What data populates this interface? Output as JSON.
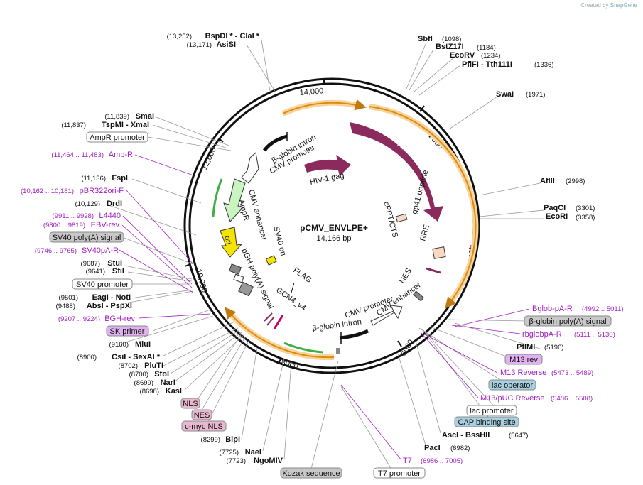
{
  "plasmid": {
    "name": "pCMV_ENVLPE+",
    "size_label": "14,166 bp",
    "ruler_ticks": [
      "2000",
      "4000",
      "6000",
      "8000",
      "10,000",
      "12,000",
      "14,000"
    ]
  },
  "credit": {
    "prefix": "Created by",
    "brand": "SnapGene"
  },
  "sites_right": [
    {
      "name": "SbfI",
      "pos": "(1098)"
    },
    {
      "name": "BstZ17I",
      "pos": "(1184)"
    },
    {
      "name": "EcoRV",
      "pos": "(1234)"
    },
    {
      "name": "PflFI - Tth111I",
      "pos": "(1336)"
    },
    {
      "name": "SwaI",
      "pos": "(1971)"
    },
    {
      "name": "AflII",
      "pos": "(2998)"
    },
    {
      "name": "PaqCI",
      "pos": "(3301)"
    },
    {
      "name": "EcoRI",
      "pos": "(3358)"
    },
    {
      "name": "PflMI",
      "pos": "(5196)"
    },
    {
      "name": "AscI - BssHII",
      "pos": "(5647)"
    },
    {
      "name": "PacI",
      "pos": "(6982)"
    }
  ],
  "sites_left": [
    {
      "name": "BspDI * - ClaI *",
      "pos": "(13,252)"
    },
    {
      "name": "AsiSI",
      "pos": "(13,171)"
    },
    {
      "name": "SmaI",
      "pos": "(11,839)"
    },
    {
      "name": "TspMI - XmaI",
      "pos": "(11,837)"
    },
    {
      "name": "FspI",
      "pos": "(11,136)"
    },
    {
      "name": "DrdI",
      "pos": "(10,129)"
    },
    {
      "name": "StuI",
      "pos": "(9687)"
    },
    {
      "name": "SfiI",
      "pos": "(9641)"
    },
    {
      "name": "EagI - NotI",
      "pos": "(9501)"
    },
    {
      "name": "AbsI - PspXI",
      "pos": "(9488)"
    },
    {
      "name": "MluI",
      "pos": "(9160)"
    },
    {
      "name": "CsiI - SexAI *",
      "pos": "(8900)"
    },
    {
      "name": "PluTI",
      "pos": "(8702)"
    },
    {
      "name": "SfoI",
      "pos": "(8700)"
    },
    {
      "name": "NarI",
      "pos": "(8699)"
    },
    {
      "name": "KasI",
      "pos": "(8698)"
    },
    {
      "name": "BlpI",
      "pos": "(8299)"
    },
    {
      "name": "NaeI",
      "pos": "(7725)"
    },
    {
      "name": "NgoMIV",
      "pos": "(7723)"
    }
  ],
  "primers": [
    {
      "name": "Amp-R",
      "pos": "(11,464 .. 11,483)"
    },
    {
      "name": "pBR322ori-F",
      "pos": "(10,162 .. 10,181)"
    },
    {
      "name": "L4440",
      "pos": "(9911 .. 9928)"
    },
    {
      "name": "EBV-rev",
      "pos": "(9800 .. 9819)"
    },
    {
      "name": "SV40pA-R",
      "pos": "(9746 .. 9765)"
    },
    {
      "name": "BGH-rev",
      "pos": "(9207 .. 9224)"
    },
    {
      "name": "Bglob-pA-R",
      "pos": "(4992 .. 5011)"
    },
    {
      "name": "rbglobpA-R",
      "pos": "(5111 .. 5130)"
    },
    {
      "name": "M13 Reverse",
      "pos": "(5473 .. 5489)"
    },
    {
      "name": "M13/pUC Reverse",
      "pos": "(5486 .. 5508)"
    },
    {
      "name": "T7",
      "pos": "(6986 .. 7005)"
    }
  ],
  "boxed": [
    "AmpR promoter",
    "SV40 poly(A) signal",
    "SV40 promoter",
    "SK primer",
    "NLS",
    "NES",
    "c-myc NLS",
    "Kozak sequence",
    "T7 promoter",
    "CAP binding site",
    "lac promoter",
    "lac operator",
    "M13 rev",
    "β-globin poly(A) signal"
  ],
  "features": [
    "HIV-1 pol",
    "HIV-1 gag",
    "β-globin intron",
    "CMV promoter",
    "AmpR",
    "CMV enhancer",
    "ori",
    "SV40 ori",
    "bGH poly(A) signal",
    "FLAG",
    "GCN4_v4",
    "cPPT/CTS",
    "gp41 peptide",
    "RRE",
    "NES",
    "CMV promoter",
    "CMV enhancer",
    "β-globin intron"
  ],
  "colors": {
    "primer": "#a020c0",
    "backbone": "#111111",
    "pol": "#8b2a5c",
    "orf_fill": "#f3a623",
    "green_marker": "#3cb043",
    "ori": "#f5e300",
    "ampr": "#c8f5c0",
    "box_gray": "#c8c8c8",
    "box_pink": "#e8b8d0",
    "box_blue": "#a8d0e0",
    "box_purple": "#e0b0f0"
  }
}
